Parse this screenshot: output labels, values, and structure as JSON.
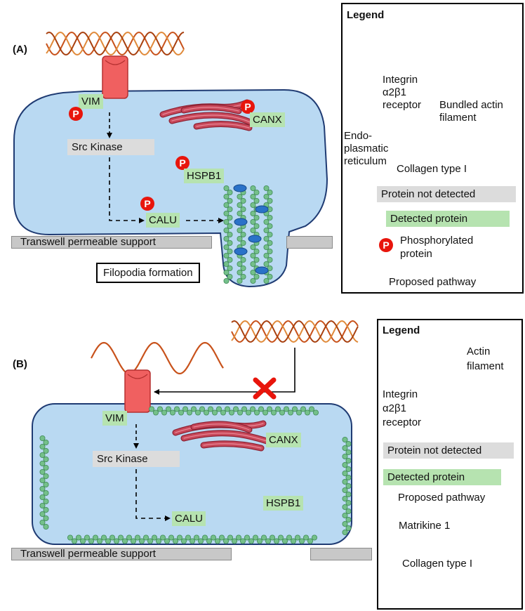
{
  "panelA": {
    "label": "(A)",
    "vim": "VIM",
    "src_kinase": "Src Kinase",
    "canx": "CANX",
    "hspb1": "HSPB1",
    "calu": "CALU",
    "phospho_symbol": "P",
    "support": "Transwell permeable support",
    "filopodia": "Filopodia formation"
  },
  "legendA": {
    "title": "Legend",
    "er_label": "Endo-\nplasmatic\nreticulum",
    "integrin_label": "Integrin\nα2β1\nreceptor",
    "bundled_label": "Bundled actin\nfilament",
    "collagen_label": "Collagen type I",
    "not_detected": "Protein not detected",
    "detected": "Detected protein",
    "phospho_symbol": "P",
    "phospho_label": "Phosphorylated\nprotein",
    "pathway": "Proposed pathway"
  },
  "panelB": {
    "label": "(B)",
    "vim": "VIM",
    "src_kinase": "Src Kinase",
    "canx": "CANX",
    "hspb1": "HSPB1",
    "calu": "CALU",
    "support": "Transwell permeable support"
  },
  "legendB": {
    "title": "Legend",
    "actin_label": "Actin\nfilament",
    "integrin_label": "Integrin\nα2β1\nreceptor",
    "not_detected": "Protein not detected",
    "detected": "Detected protein",
    "pathway": "Proposed pathway",
    "matrikine": "Matrikine 1",
    "collagen_label": "Collagen type I"
  },
  "colors": {
    "cell_fill": "#b9d9f2",
    "cell_stroke": "#1f3b73",
    "detected_green": "#b6e3b0",
    "not_detected_grey": "#dcdcdc",
    "collagen": "#c8521b",
    "integrin": "#f06060",
    "phospho_red": "#e8150c",
    "er": "#c8485a",
    "actin": "#74c08a",
    "crosslink": "#2a72c8",
    "block_x": "#e8150c"
  }
}
